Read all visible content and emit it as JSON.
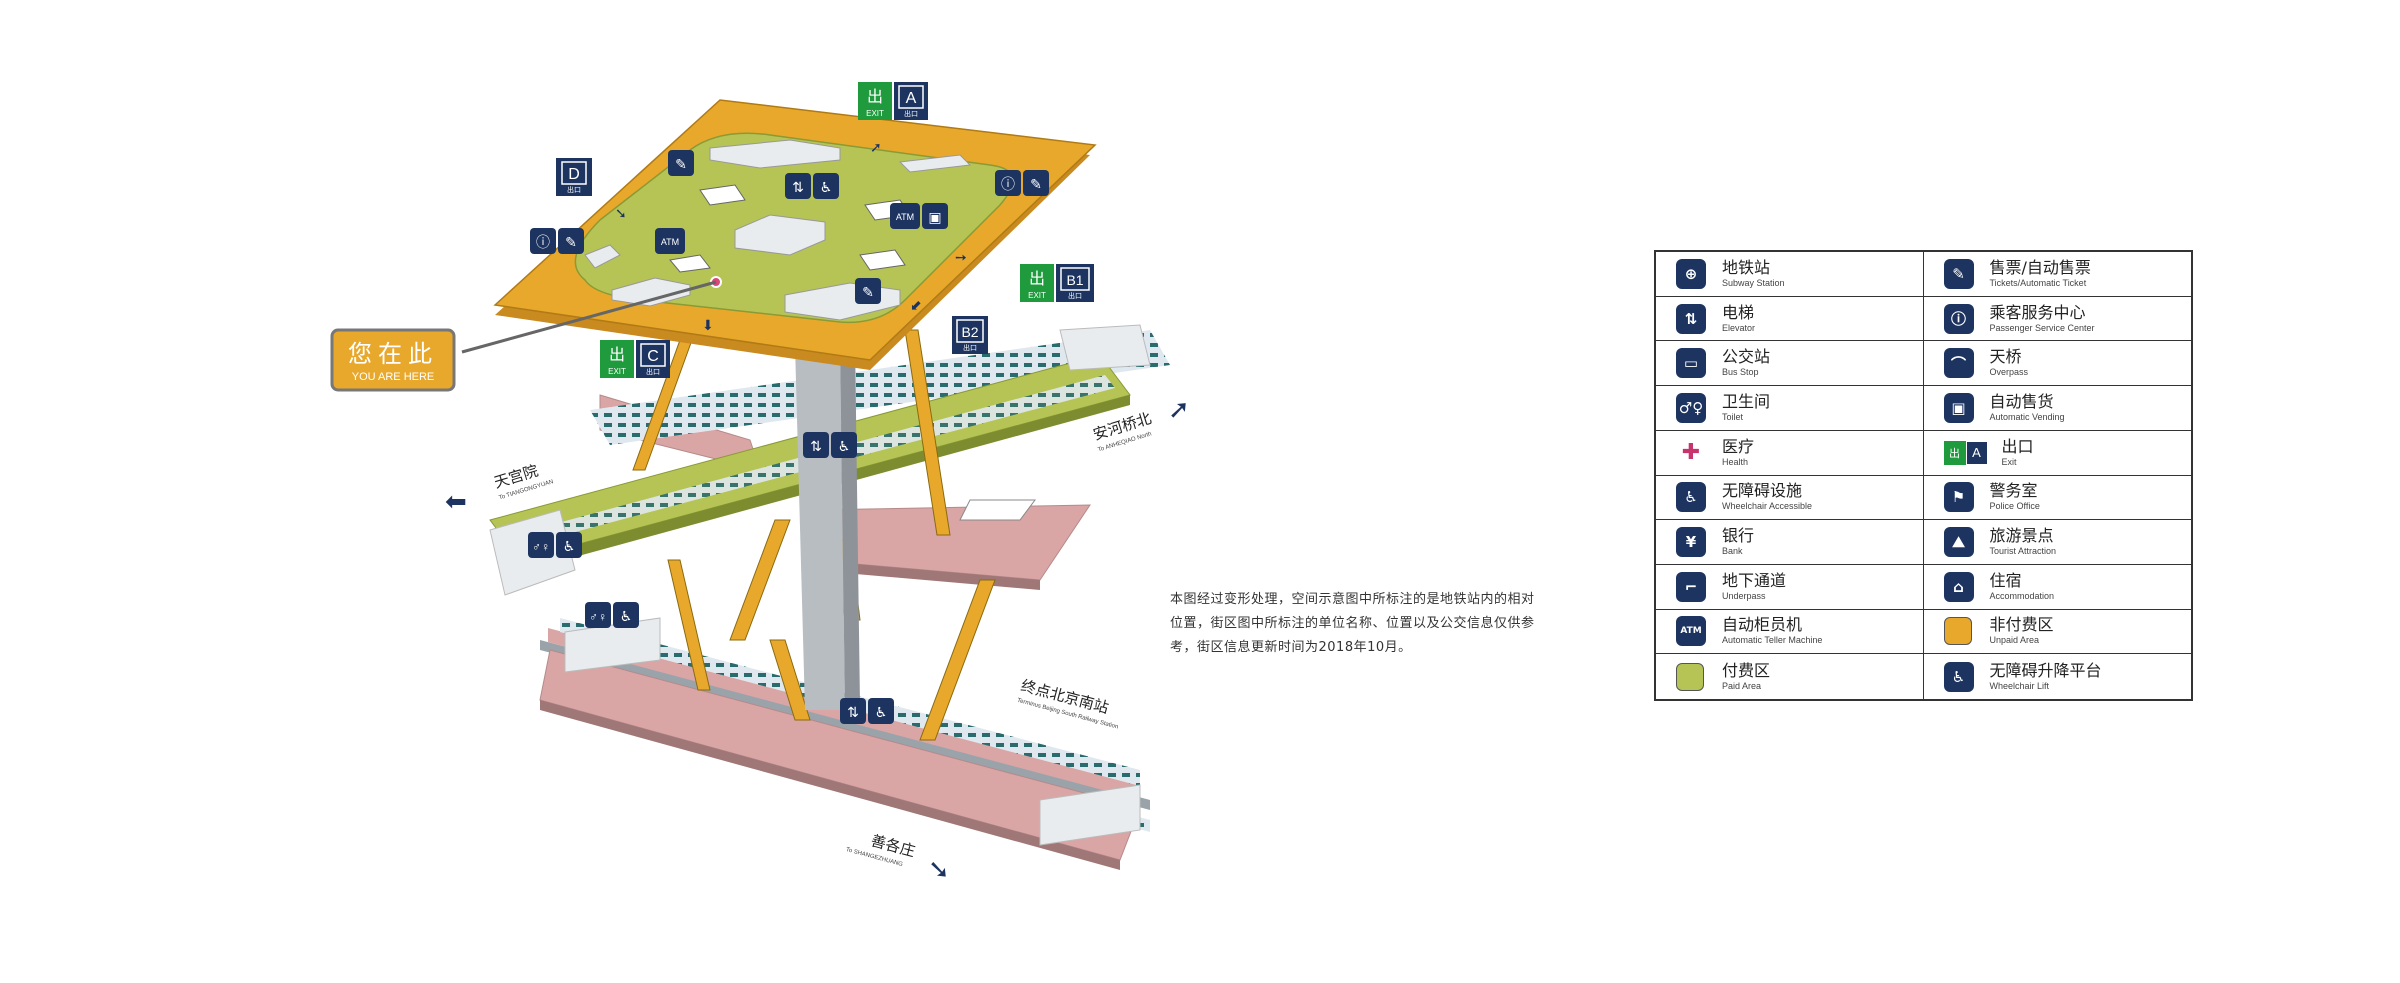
{
  "map": {
    "you_are_here_cn": "您在此",
    "you_are_here_en": "YOU ARE HERE",
    "exits": [
      {
        "letter": "A",
        "exit_en": "EXIT",
        "exit_cn": "出口"
      },
      {
        "letter": "B1",
        "exit_en": "EXIT",
        "exit_cn": "出口"
      },
      {
        "letter": "C",
        "exit_en": "EXIT",
        "exit_cn": "出口"
      },
      {
        "letter": "D",
        "exit_en": "",
        "exit_cn": "出口"
      },
      {
        "letter": "B2",
        "exit_en": "",
        "exit_cn": "出口"
      }
    ],
    "directions": {
      "upper_left_cn": "天宫院",
      "upper_left_en": "To TIANGONGYUAN",
      "upper_right_cn": "安河桥北",
      "upper_right_en": "To ANHEQIAO North",
      "lower_right_cn": "终点北京南站",
      "lower_right_en": "Terminus Beijing South Railway Station",
      "lower_cn": "善各庄",
      "lower_en": "To SHANGEZHUANG"
    },
    "colors": {
      "unpaid": "#e8a82b",
      "paid": "#b5c455",
      "platform": "#d9a5a5",
      "icon_blue": "#1d3461",
      "exit_green": "#1f9a3c"
    }
  },
  "note": "本图经过变形处理，空间示意图中所标注的是地铁站内的相对位置，街区图中所标注的单位名称、位置以及公交信息仅供参考，街区信息更新时间为2018年10月。",
  "legend": {
    "items": [
      {
        "icon": "subway-icon",
        "glyph": "⊕",
        "cn": "地铁站",
        "en": "Subway Station"
      },
      {
        "icon": "ticket-icon",
        "glyph": "✎",
        "cn": "售票/自动售票",
        "en": "Tickets/Automatic Ticket"
      },
      {
        "icon": "elevator-icon",
        "glyph": "⇅",
        "cn": "电梯",
        "en": "Elevator"
      },
      {
        "icon": "passenger-service-icon",
        "glyph": "ⓘ",
        "cn": "乘客服务中心",
        "en": "Passenger Service Center"
      },
      {
        "icon": "bus-icon",
        "glyph": "▭",
        "cn": "公交站",
        "en": "Bus Stop"
      },
      {
        "icon": "overpass-icon",
        "glyph": "⌒",
        "cn": "天桥",
        "en": "Overpass"
      },
      {
        "icon": "toilet-icon",
        "glyph": "♂♀",
        "cn": "卫生间",
        "en": "Toilet"
      },
      {
        "icon": "vending-icon",
        "glyph": "▣",
        "cn": "自动售货",
        "en": "Automatic Vending"
      },
      {
        "icon": "health-icon",
        "glyph": "✚",
        "cn": "医疗",
        "en": "Health"
      },
      {
        "icon": "exit-icon",
        "glyph": "A",
        "cn": "出口",
        "en": "Exit"
      },
      {
        "icon": "wheelchair-icon",
        "glyph": "♿",
        "cn": "无障碍设施",
        "en": "Wheelchair Accessible"
      },
      {
        "icon": "police-icon",
        "glyph": "⚑",
        "cn": "警务室",
        "en": "Police Office"
      },
      {
        "icon": "bank-icon",
        "glyph": "¥",
        "cn": "银行",
        "en": "Bank"
      },
      {
        "icon": "tourist-icon",
        "glyph": "⛰",
        "cn": "旅游景点",
        "en": "Tourist Attraction"
      },
      {
        "icon": "underpass-icon",
        "glyph": "⌐",
        "cn": "地下通道",
        "en": "Underpass"
      },
      {
        "icon": "accommodation-icon",
        "glyph": "⌂",
        "cn": "住宿",
        "en": "Accommodation"
      },
      {
        "icon": "atm-icon",
        "glyph": "ATM",
        "cn": "自动柜员机",
        "en": "Automatic Teller Machine"
      },
      {
        "icon": "unpaid-swatch",
        "glyph": "",
        "cn": "非付费区",
        "en": "Unpaid Area"
      },
      {
        "icon": "paid-swatch",
        "glyph": "",
        "cn": "付费区",
        "en": "Paid Area"
      },
      {
        "icon": "wheelchair-lift-icon",
        "glyph": "♿",
        "cn": "无障碍升降平台",
        "en": "Wheelchair Lift"
      }
    ]
  }
}
